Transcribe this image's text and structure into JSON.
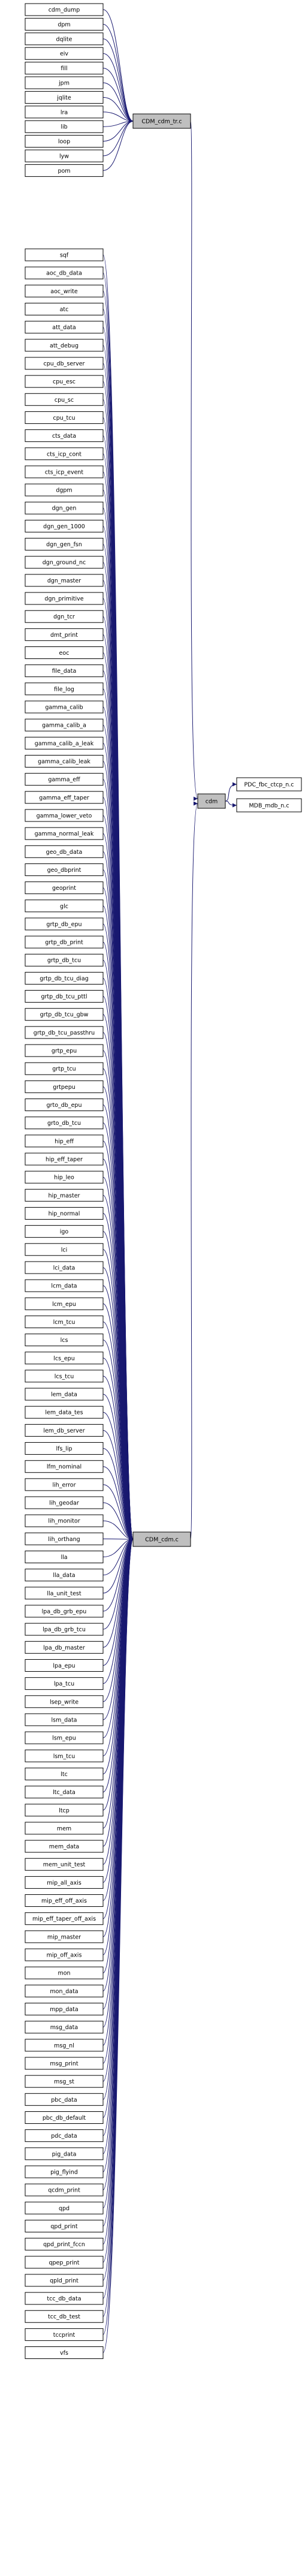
{
  "diagram": {
    "colors": {
      "edge": "#191970",
      "node_border": "#000000",
      "node_fill": "#ffffff",
      "highlight_fill": "#bfbfbf",
      "text": "#000000"
    },
    "top_inputs": [
      "cdm_dump",
      "dpm",
      "dqlite",
      "eiv",
      "fill",
      "jpm",
      "jqlite",
      "lra",
      "lib",
      "loop",
      "lyw",
      "pom"
    ],
    "mid_hub": "CDM_cdm_tr.c",
    "bottom_inputs": [
      "sqf",
      "aoc_db_data",
      "aoc_write",
      "atc",
      "att_data",
      "att_debug",
      "cpu_db_server",
      "cpu_esc",
      "cpu_sc",
      "cpu_tcu",
      "cts_data",
      "cts_icp_cont",
      "cts_icp_event",
      "dgpm",
      "dgn_gen",
      "dgn_gen_1000",
      "dgn_gen_fsn",
      "dgn_ground_nc",
      "dgn_master",
      "dgn_primitive",
      "dgn_tcr",
      "dmt_print",
      "eoc",
      "file_data",
      "file_log",
      "gamma_calib",
      "gamma_calib_a",
      "gamma_calib_a_leak",
      "gamma_calib_leak",
      "gamma_eff",
      "gamma_eff_taper",
      "gamma_lower_veto",
      "gamma_normal_leak",
      "geo_db_data",
      "geo_dbprint",
      "geoprint",
      "glc",
      "grtp_db_epu",
      "grtp_db_print",
      "grtp_db_tcu",
      "grtp_db_tcu_diag",
      "grtp_db_tcu_pttl",
      "grtp_db_tcu_gbw",
      "grtp_db_tcu_passthru",
      "grtp_epu",
      "grtp_tcu",
      "grtpepu",
      "grto_db_epu",
      "grto_db_tcu",
      "hip_eff",
      "hip_eff_taper",
      "hip_leo",
      "hip_master",
      "hip_normal",
      "igo",
      "lci",
      "lci_data",
      "lcm_data",
      "lcm_epu",
      "lcm_tcu",
      "lcs",
      "lcs_epu",
      "lcs_tcu",
      "lem_data",
      "lem_data_tes",
      "lem_db_server",
      "lfs_lip",
      "lfm_nominal",
      "lih_error",
      "lih_geodar",
      "lih_monitor",
      "lih_orthang",
      "lla",
      "lla_data",
      "lla_unit_test",
      "lpa_db_grb_epu",
      "lpa_db_grb_tcu",
      "lpa_db_master",
      "lpa_epu",
      "lpa_tcu",
      "lsep_write",
      "lsm_data",
      "lsm_epu",
      "lsm_tcu",
      "ltc",
      "ltc_data",
      "ltcp",
      "mem",
      "mem_data",
      "mem_unit_test",
      "mip_all_axis",
      "mip_eff_off_axis",
      "mip_eff_taper_off_axis",
      "mip_master",
      "mip_off_axis",
      "mon",
      "mon_data",
      "mpp_data",
      "msg_data",
      "msg_nl",
      "msg_print",
      "msg_st",
      "pbc_data",
      "pbc_db_default",
      "pdc_data",
      "pig_data",
      "pig_flyind",
      "qcdm_print",
      "qpd",
      "qpd_print",
      "qpd_print_fccn",
      "qpep_print",
      "qpld_print",
      "tcc_db_data",
      "tcc_db_test",
      "tccprint",
      "vfs"
    ],
    "bottom_hub": "CDM_cdm.c",
    "middle_node": "cdm",
    "right_nodes": [
      "PDC_fbc_ctcp_n.c",
      "MDB_mdb_n.c"
    ]
  }
}
